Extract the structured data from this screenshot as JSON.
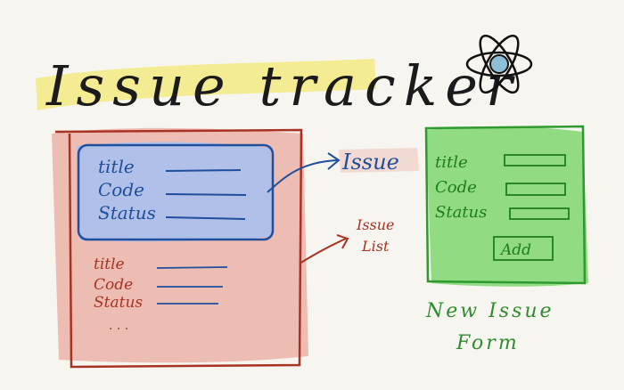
{
  "title": "Issue tracker",
  "issue_list": {
    "label_line1": "Issue",
    "label_line2": "List",
    "issue_label": "Issue",
    "selected_issue_fields": [
      "title",
      "Code",
      "Status"
    ],
    "other_issue_fields": [
      "title",
      "Code",
      "Status"
    ],
    "ellipsis": ". . ."
  },
  "new_issue_form": {
    "fields": [
      "title",
      "Code",
      "Status"
    ],
    "add_button": "Add",
    "caption_line1": "New Issue",
    "caption_line2": "Form"
  },
  "colors": {
    "highlight": "#f3ea83",
    "list_wash": "#e9aaa0",
    "list_border": "#a83223",
    "issue_wash": "#a9c0ee",
    "issue_border": "#1f4e9c",
    "form_wash": "#7fd66f",
    "form_border": "#2e9a2e",
    "ink": "#1b1b1b",
    "blue_ink": "#1f4e9c",
    "red_ink": "#a83223",
    "green_ink": "#2e8c2e"
  },
  "icons": [
    "react-atom-icon"
  ]
}
